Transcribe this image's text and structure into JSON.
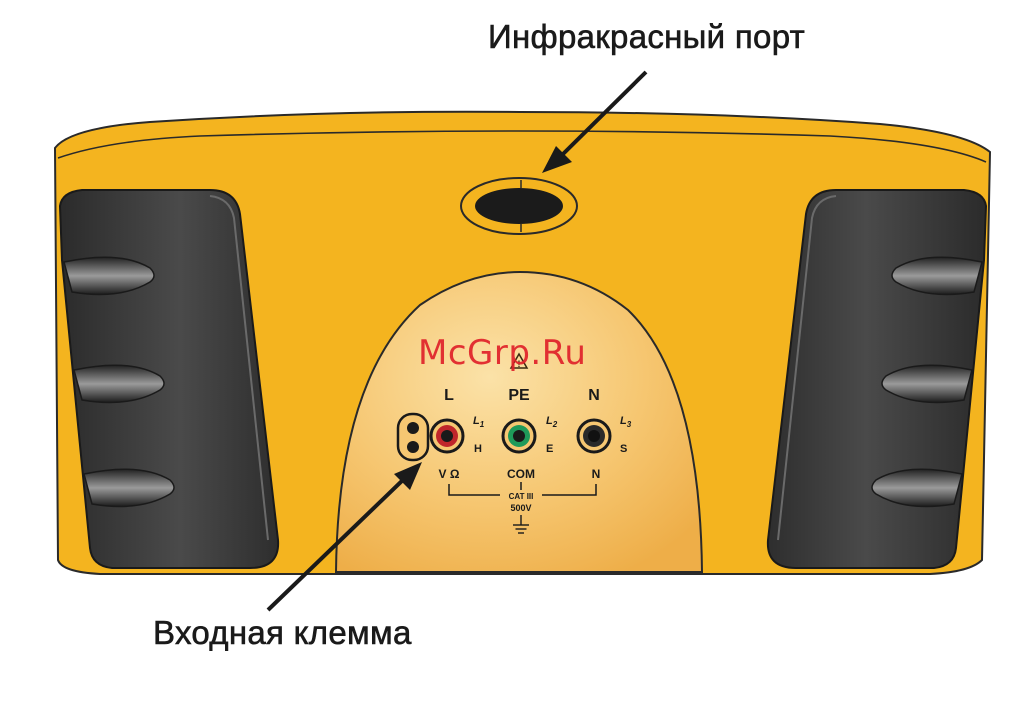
{
  "callouts": {
    "infrared_port": "Инфракрасный порт",
    "input_terminal": "Входная клемма"
  },
  "watermark": "McGrp.Ru",
  "panel": {
    "terminals": [
      {
        "top_label": "L",
        "side_label": "L1",
        "side_main": "L",
        "side_sub": "1",
        "bottom_side": "H",
        "ring_color": "#c0262b"
      },
      {
        "top_label": "PE",
        "side_label": "L2",
        "side_main": "L",
        "side_sub": "2",
        "bottom_side": "E",
        "ring_color": "#1f9a5a"
      },
      {
        "top_label": "N",
        "side_label": "L3",
        "side_main": "L",
        "side_sub": "3",
        "bottom_side": "S",
        "ring_color": "#222222"
      }
    ],
    "bottom_labels": {
      "left": "V Ω",
      "center": "COM",
      "right": "N"
    },
    "category": "CAT III",
    "voltage": "500V",
    "ground_symbol": "ground-symbol",
    "warning_symbol": "warning-triangle-icon"
  },
  "colors": {
    "body_yellow": "#f4b41f",
    "body_outline": "#2a2a2a",
    "grip_dark": "#3a3a3a",
    "dome": "#f6c772"
  }
}
